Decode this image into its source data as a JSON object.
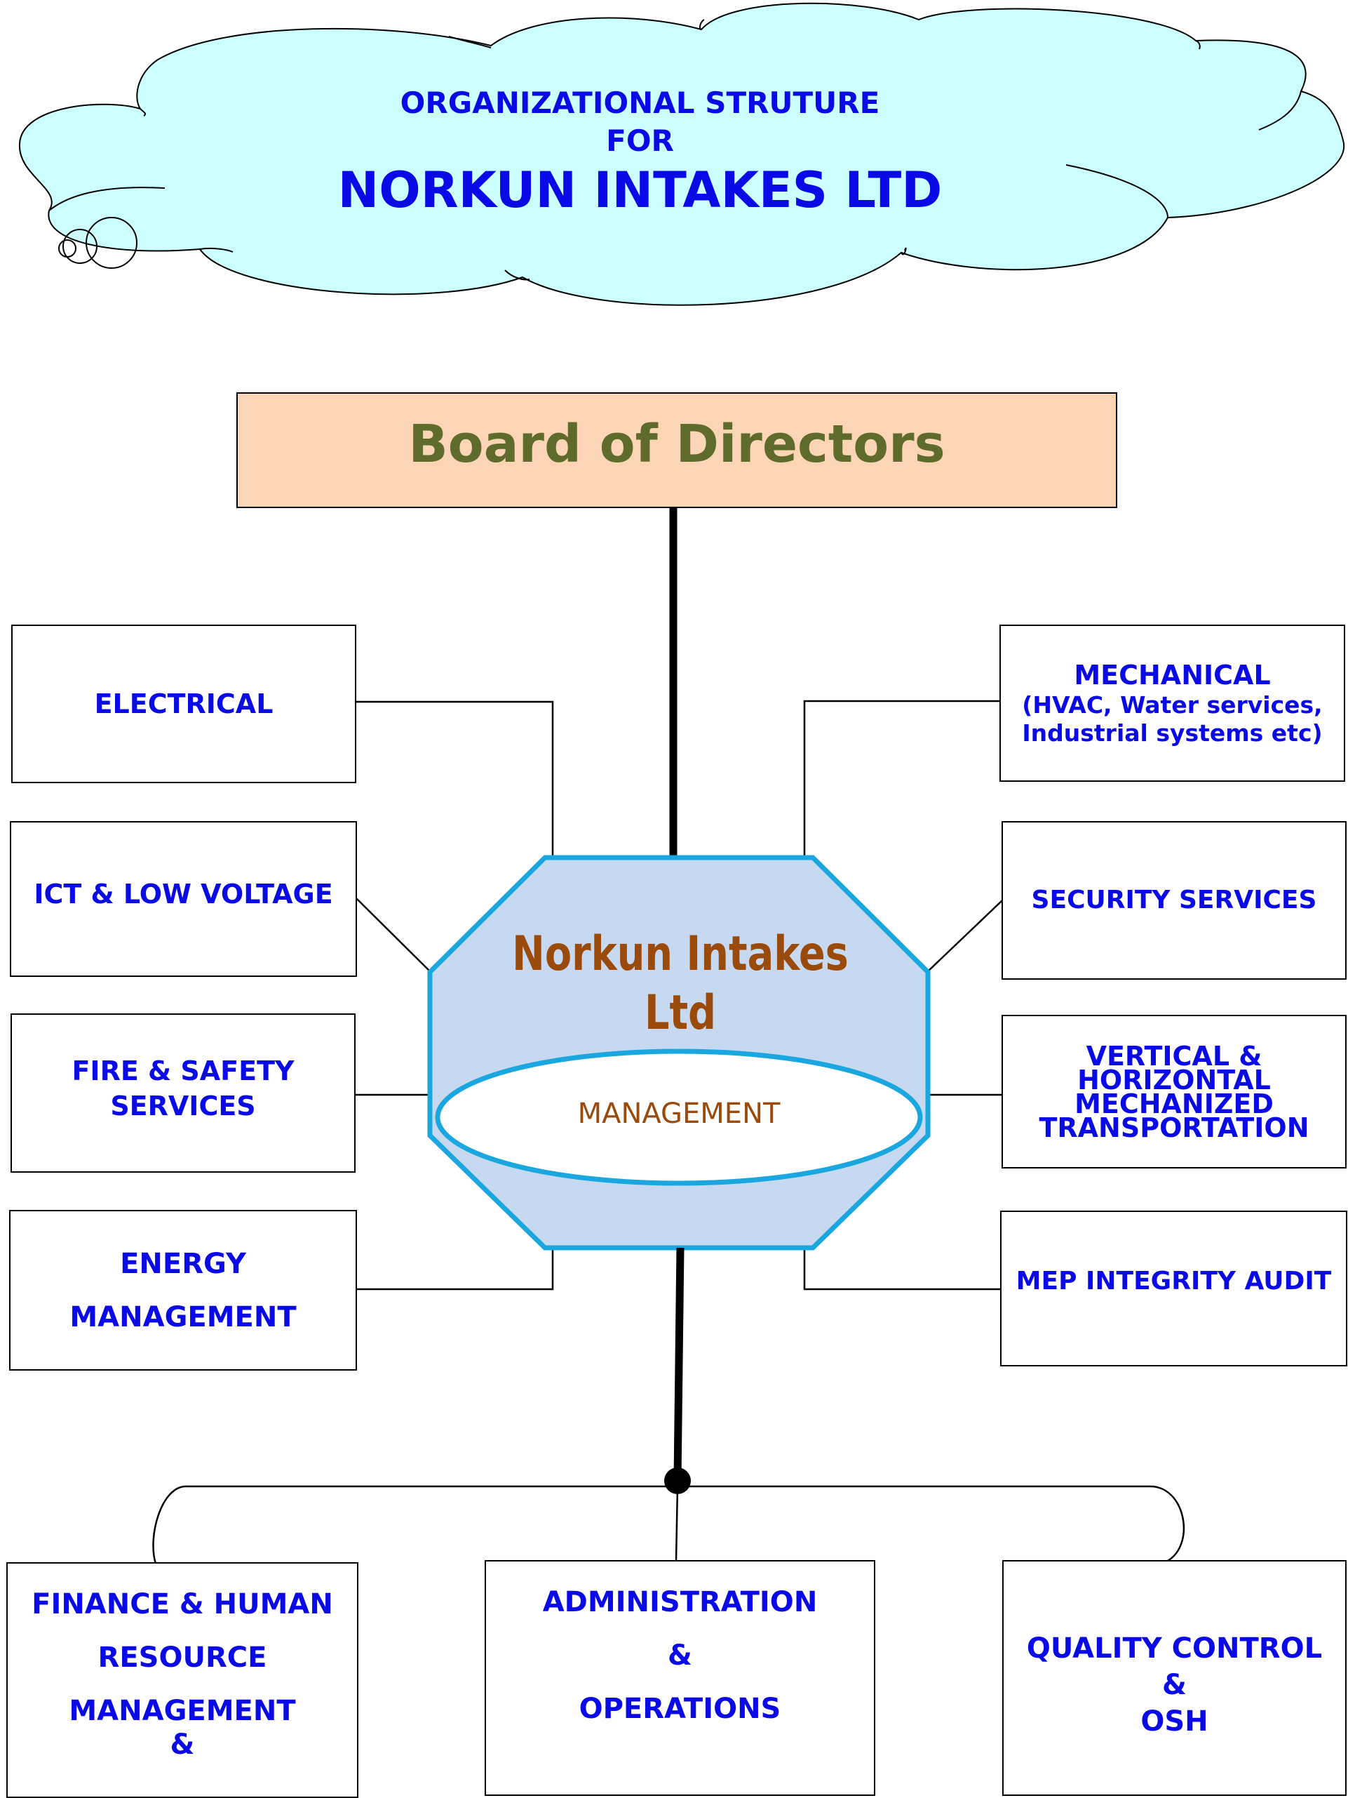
{
  "header": {
    "line1": "ORGANIZATIONAL STRUTURE",
    "line2": "FOR",
    "line3": "NORKUN INTAKES LTD"
  },
  "board": {
    "label": "Board of Directors"
  },
  "center": {
    "name_line1": "Norkun Intakes",
    "name_line2": "Ltd",
    "oval_label": "MANAGEMENT"
  },
  "left_departments": {
    "electrical": "ELECTRICAL",
    "ict": "ICT & LOW VOLTAGE",
    "fire_line1": "FIRE & SAFETY",
    "fire_line2": "SERVICES",
    "energy_line1": "ENERGY",
    "energy_line2": "MANAGEMENT"
  },
  "right_departments": {
    "mechanical_line1": "MECHANICAL",
    "mechanical_line2": "(HVAC, Water services,",
    "mechanical_line3": "Industrial systems etc)",
    "security": "SECURITY SERVICES",
    "transport_line1": "VERTICAL &",
    "transport_line2": "HORIZONTAL",
    "transport_line3": "MECHANIZED",
    "transport_line4": "TRANSPORTATION",
    "mep": "MEP INTEGRITY AUDIT"
  },
  "bottom_departments": {
    "finance_line1": "FINANCE & HUMAN",
    "finance_line2": "RESOURCE",
    "finance_line3": "MANAGEMENT",
    "finance_line4": "&",
    "admin_line1": "ADMINISTRATION",
    "admin_line2": "&",
    "admin_line3": "OPERATIONS",
    "quality_line1": "QUALITY CONTROL",
    "quality_line2": "&",
    "quality_line3": "OSH"
  },
  "colors": {
    "cloud_fill": "#ccffff",
    "title_text": "#0a0ae6",
    "board_fill": "#fbd5b5",
    "board_text": "#5e6b2b",
    "octagon_fill": "#c6d9f1",
    "octagon_stroke": "#1aa7e0",
    "center_text": "#9a4a0b"
  }
}
